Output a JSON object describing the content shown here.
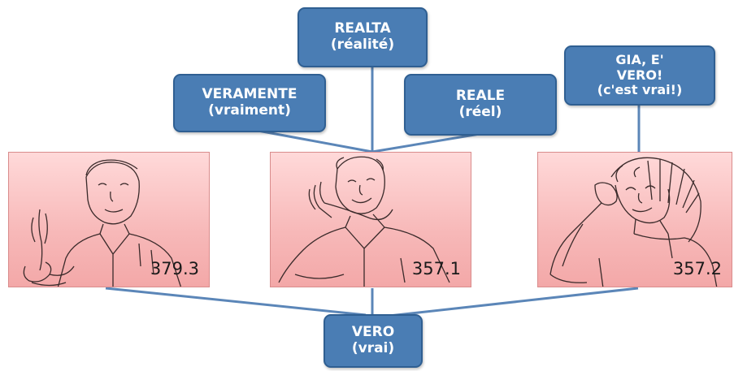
{
  "colors": {
    "node_fill": "#4a7db4",
    "node_border": "#2f5f92",
    "connector": "#5b86b8",
    "panel_fill": "#f7b8b8"
  },
  "nodes": {
    "realta": {
      "line1": "REALTA",
      "line2": "(réalité)"
    },
    "veramente": {
      "line1": "VERAMENTE",
      "line2": "(vraiment)"
    },
    "reale": {
      "line1": "REALE",
      "line2": "(réel)"
    },
    "gia_vero": {
      "line1": "GIA, E'",
      "line2": "VERO!",
      "line3": "(c'est vrai!)"
    },
    "vero": {
      "line1": "VERO",
      "line2": "(vrai)"
    }
  },
  "panels": [
    {
      "code": "379.3",
      "figure": "man-sign-drawing"
    },
    {
      "code": "357.1",
      "figure": "man-sign-drawing"
    },
    {
      "code": "357.2",
      "figure": "woman-sign-drawing"
    }
  ]
}
